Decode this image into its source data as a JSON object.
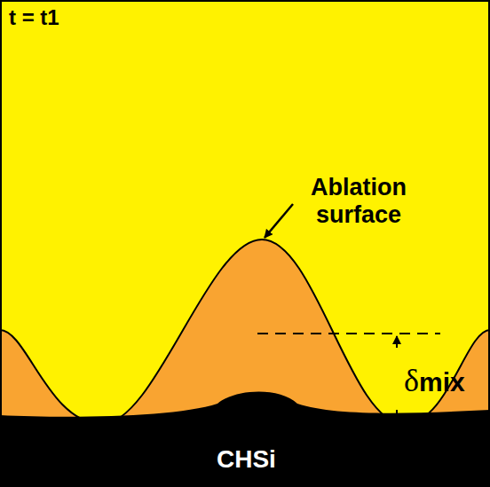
{
  "diagram": {
    "nodes": [
      {
        "text": [
          "CHSi"
        ]
      }
    ],
    "labels": [
      "t = t1",
      "Ablation surface",
      "δmix"
    ]
  }
}
